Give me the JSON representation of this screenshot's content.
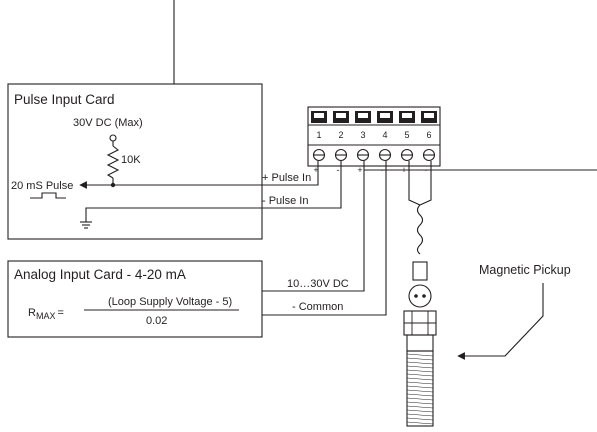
{
  "pulse_card": {
    "title": "Pulse Input Card",
    "supply_label": "30V DC (Max)",
    "resistor_label": "10K",
    "pulse_label": "20 mS Pulse"
  },
  "analog_card": {
    "title": "Analog Input Card - 4-20 mA",
    "formula_prefix": "R",
    "formula_subscript": "MAX",
    "formula_equals": "=",
    "numerator": "(Loop Supply Voltage - 5)",
    "denominator": "0.02"
  },
  "wires": {
    "pulse_in_plus": "+ Pulse In",
    "pulse_in_minus": "- Pulse In",
    "supply": "10…30V DC",
    "common": "- Common"
  },
  "terminal_block": {
    "terminals": [
      "1",
      "2",
      "3",
      "4",
      "5",
      "6"
    ],
    "polarity_marks": [
      "+",
      "-",
      "+",
      "-",
      "+",
      "-"
    ]
  },
  "pickup": {
    "label": "Magnetic Pickup"
  }
}
